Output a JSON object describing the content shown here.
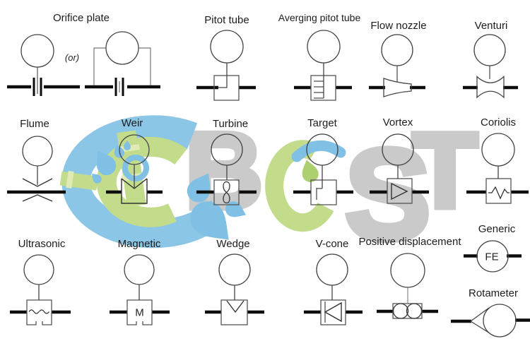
{
  "labels": {
    "orifice_plate": "Orifice plate",
    "or": "(or)",
    "pitot_tube": "Pitot tube",
    "averaging_pitot_tube": "Averging pitot tube",
    "flow_nozzle": "Flow nozzle",
    "venturi": "Venturi",
    "flume": "Flume",
    "weir": "Weir",
    "turbine": "Turbine",
    "target": "Target",
    "vortex": "Vortex",
    "coriolis": "Coriolis",
    "ultrasonic": "Ultrasonic",
    "magnetic": "Magnetic",
    "wedge": "Wedge",
    "v_cone": "V-cone",
    "positive_displacement": "Positive displacement",
    "generic": "Generic",
    "rotameter": "Rotameter"
  },
  "symbol_text": {
    "magnetic_m": "M",
    "generic_fe": "FE"
  },
  "watermark": {
    "letters": [
      "B",
      "S",
      "T"
    ]
  },
  "colors": {
    "line": "#444444",
    "pipe": "#0d0d0d",
    "watermark_gray": "#cacaca",
    "logo_blue": "#8cc6e6",
    "logo_green": "#c3dc8c",
    "logo_green_light": "#dfeab4"
  }
}
